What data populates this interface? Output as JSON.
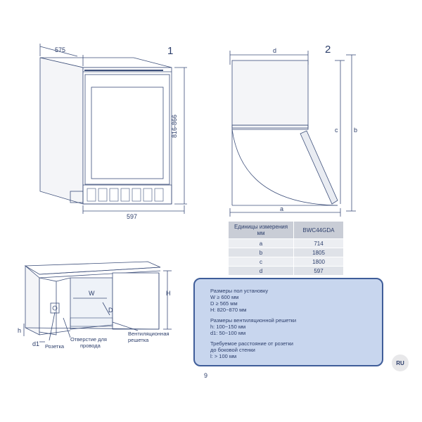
{
  "figure1": {
    "number": "1",
    "depth": "575",
    "height": "816-866",
    "width": "597"
  },
  "figure2": {
    "number": "2",
    "label_d": "d",
    "label_a": "a",
    "label_b": "b",
    "label_c": "c"
  },
  "table": {
    "header": [
      "Единицы измерения мм",
      "BWC44GDA"
    ],
    "rows": [
      [
        "a",
        "714"
      ],
      [
        "b",
        "1805"
      ],
      [
        "c",
        "1800"
      ],
      [
        "d",
        "597"
      ]
    ]
  },
  "figure3": {
    "label_H": "H",
    "label_W": "W",
    "label_D": "D",
    "label_h": "h",
    "label_d1": "d1",
    "socket": "Розетка",
    "cable_hole_1": "Отверстие для",
    "cable_hole_2": "провода",
    "vent_1": "Вентиляционная",
    "vent_2": "решетка"
  },
  "info": {
    "install_title": "Размеры пол установку",
    "install_w": "W ≥ 600 мм",
    "install_d": "D ≥ 565 мм",
    "install_h": "H: 820~870 мм",
    "vent_title": "Размеры вентиляционной решетки",
    "vent_h": "h: 100~150 мм",
    "vent_d1": "d1: 50~100 мм",
    "side_title_1": "Требуемое расстояние от розетки",
    "side_title_2": "до боковой стенки",
    "side_l": "l: > 100 мм"
  },
  "lang_badge": "RU",
  "page_number": "9"
}
